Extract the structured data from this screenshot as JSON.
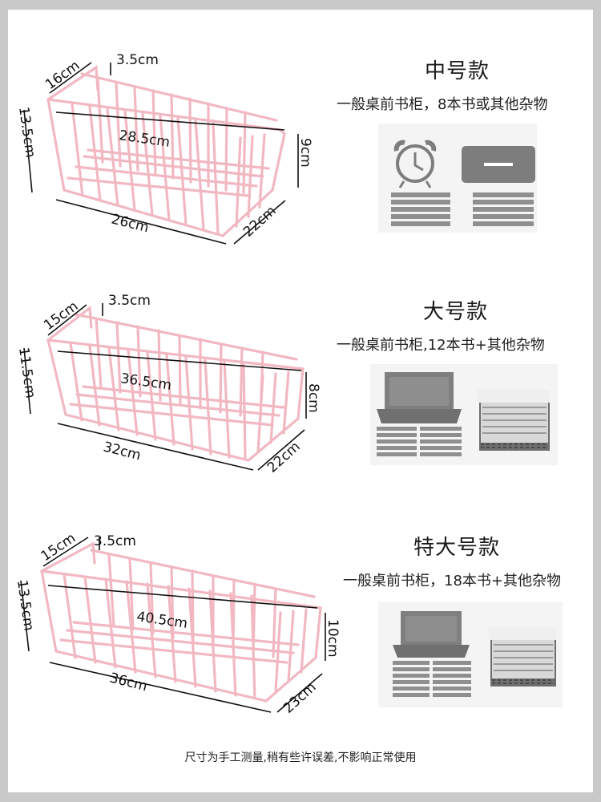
{
  "colors": {
    "basket": "#f2b8c2",
    "basket_dark": "#e79aa9",
    "icon_gray": "#8a8a8a"
  },
  "sections": [
    {
      "title": "中号款",
      "desc": "一般桌前书柜，8本书或其他杂物",
      "dims": {
        "hook_depth": "16cm",
        "hook_gap": "3.5cm",
        "height": "13.5cm",
        "inner_length": "28.5cm",
        "inner_height": "9cm",
        "length": "26cm",
        "width": "22cm"
      },
      "icons": [
        "alarm-clock-icon",
        "tissue-box-icon",
        "book-stack-icon",
        "book-stack-icon"
      ]
    },
    {
      "title": "大号款",
      "desc": "一般桌前书柜,12本书+其他杂物",
      "dims": {
        "hook_depth": "15cm",
        "hook_gap": "3.5cm",
        "height": "11.5cm",
        "inner_length": "36.5cm",
        "inner_height": "8cm",
        "length": "32cm",
        "width": "22cm"
      },
      "icons": [
        "laptop-icon",
        "book-stack-icon",
        "folded-clothes-icon"
      ]
    },
    {
      "title": "特大号款",
      "desc": "一般桌前书柜，18本书+其他杂物",
      "dims": {
        "hook_depth": "15cm",
        "hook_gap": "3.5cm",
        "height": "13.5cm",
        "inner_length": "40.5cm",
        "inner_height": "10cm",
        "length": "36cm",
        "width": "23cm"
      },
      "icons": [
        "laptop-icon",
        "book-stack-icon",
        "folded-clothes-icon"
      ]
    }
  ],
  "footer_note": "尺寸为手工测量,稍有些许误差,不影响正常使用"
}
